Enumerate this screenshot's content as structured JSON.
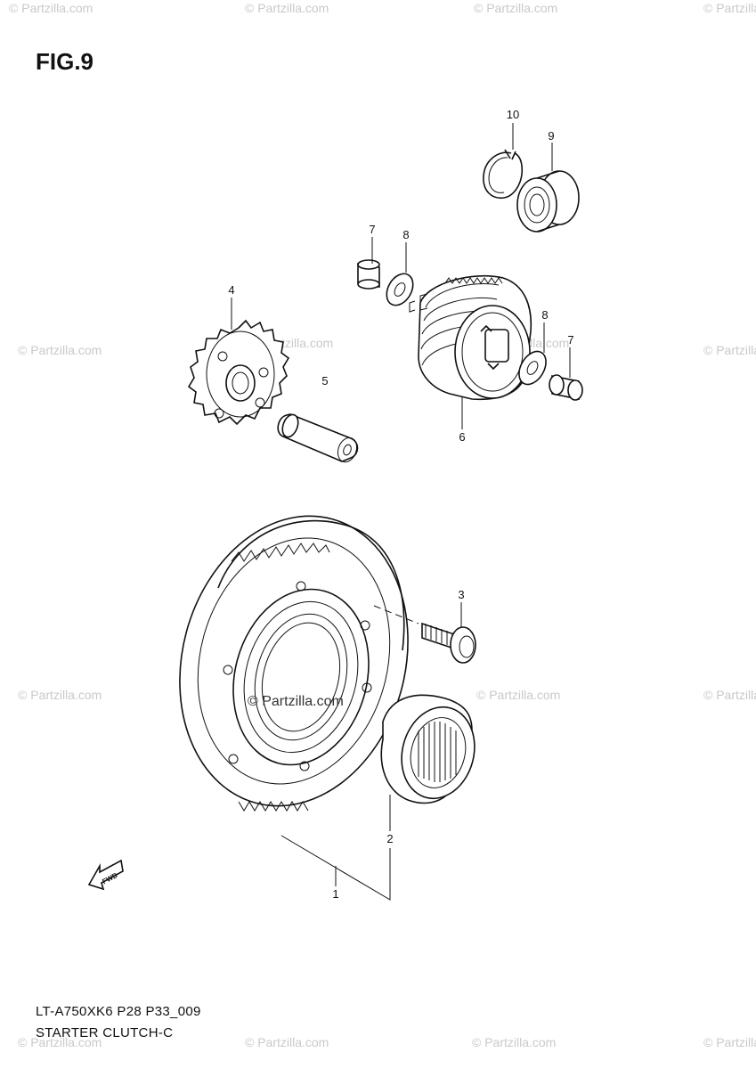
{
  "figure": {
    "title": "FIG.9",
    "code": "LT-A750XK6 P28 P33_009",
    "name": "STARTER CLUTCH-C"
  },
  "callouts": [
    "10",
    "9",
    "7",
    "8",
    "4",
    "5",
    "6",
    "8",
    "7",
    "3",
    "2",
    "1"
  ],
  "watermark": {
    "text": "© Partzilla.com",
    "text_short": "© Partzilla.com",
    "center_text": "© Partzilla.com",
    "color": "#c9c9c9"
  },
  "direction_arrow": {
    "label": "FWD"
  }
}
